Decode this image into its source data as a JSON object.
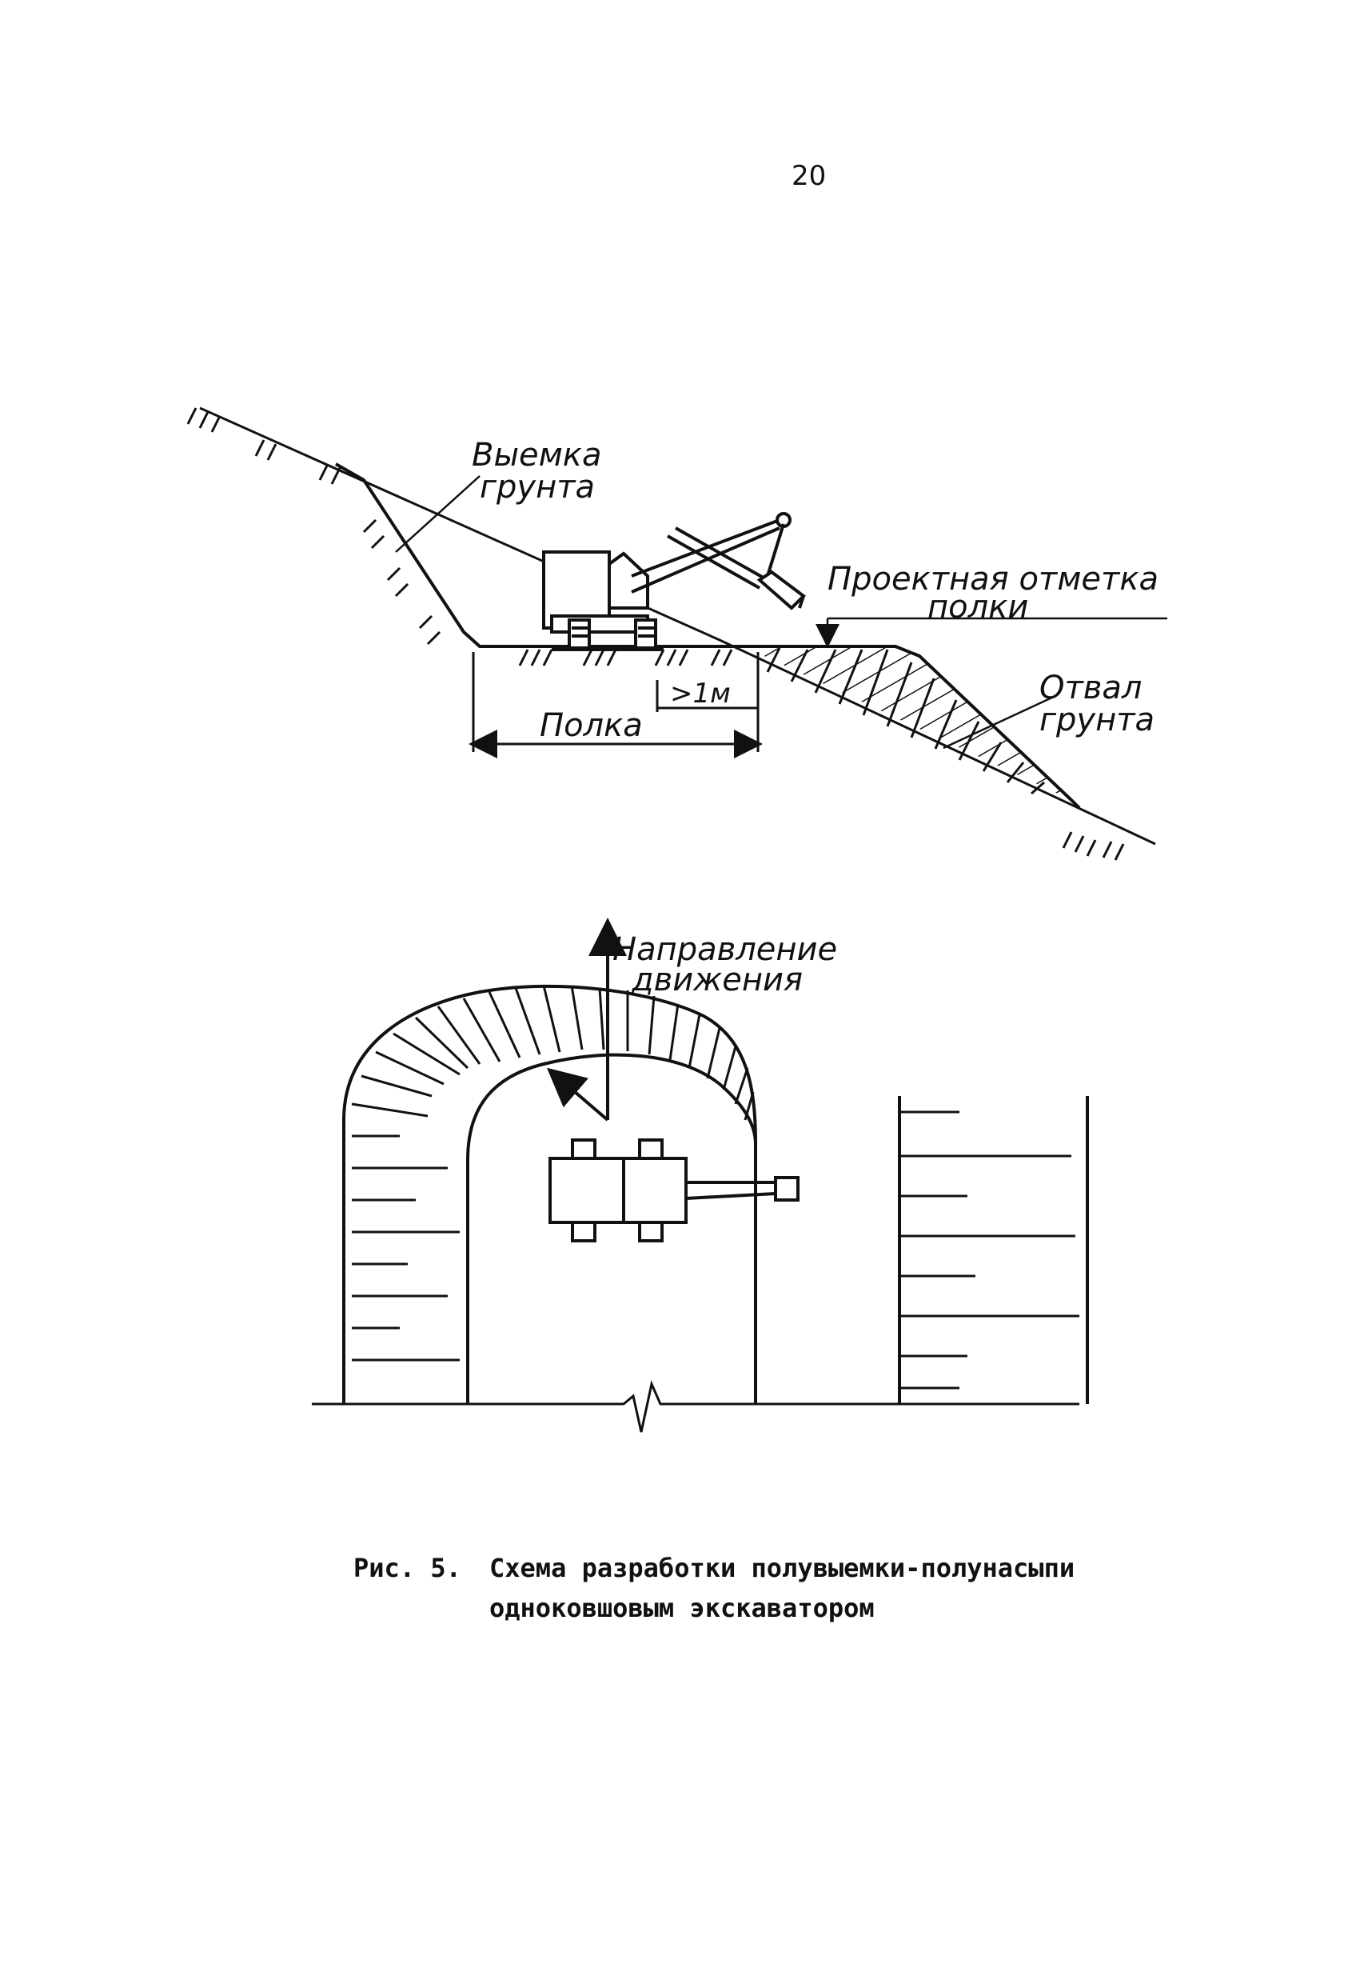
{
  "page": {
    "number": "20"
  },
  "section_view": {
    "labels": {
      "cut_line1": "Выемка",
      "cut_line2": "грунта",
      "design_mark_line1": "Проектная отметка",
      "design_mark_line2": "полки",
      "dump_line1": "Отвал",
      "dump_line2": "грунта",
      "shelf": "Полка",
      "clearance": ">1м"
    }
  },
  "plan_view": {
    "labels": {
      "direction_line1": "Направление",
      "direction_line2": "движения"
    }
  },
  "caption": {
    "number": "Рис. 5.",
    "line1": "Схема разработки полувыемки-полунасыпи",
    "line2": "одноковшовым экскаватором"
  },
  "colors": {
    "ink": "#111111",
    "paper": "#ffffff"
  }
}
